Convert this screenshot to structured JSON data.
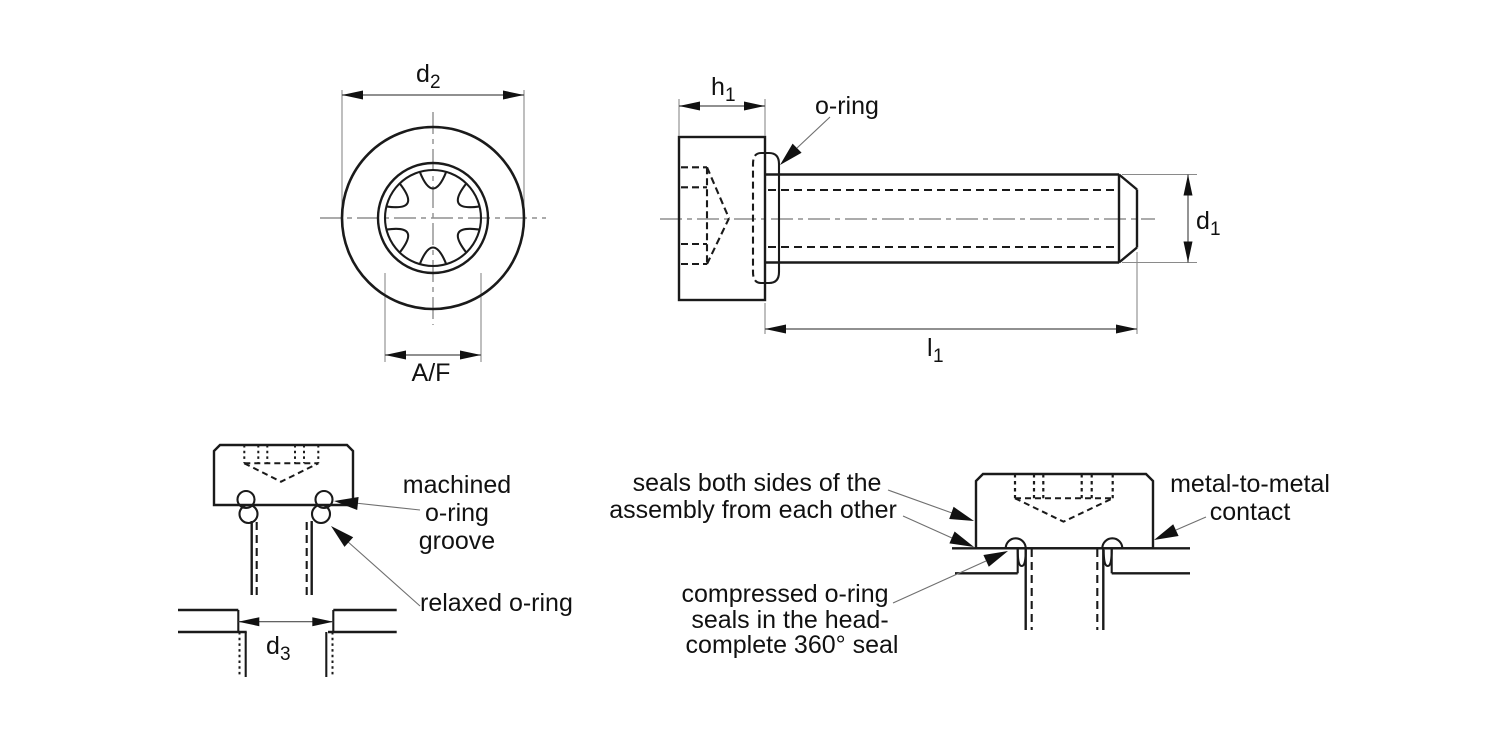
{
  "drawing": {
    "background": "#ffffff",
    "ink_color": "#1a1a1a",
    "thin_line_color": "#8a8a8a",
    "dimensions": {
      "d2": {
        "base": "d",
        "sub": "2"
      },
      "af": {
        "label": "A/F"
      },
      "h1": {
        "base": "h",
        "sub": "1"
      },
      "d1": {
        "base": "d",
        "sub": "1"
      },
      "l1": {
        "base": "l",
        "sub": "1"
      },
      "d3": {
        "base": "d",
        "sub": "3"
      }
    },
    "callouts": {
      "oring": "o-ring",
      "machined_line1": "machined",
      "machined_line2": "o-ring",
      "machined_line3": "groove",
      "relaxed": "relaxed o-ring",
      "seals_line1": "seals both sides of the",
      "seals_line2": "assembly from each other",
      "metal_line1": "metal-to-metal",
      "metal_line2": "contact",
      "compressed_line1": "compressed o-ring",
      "compressed_line2": "seals in the head-",
      "compressed_line3": "complete 360° seal"
    }
  }
}
